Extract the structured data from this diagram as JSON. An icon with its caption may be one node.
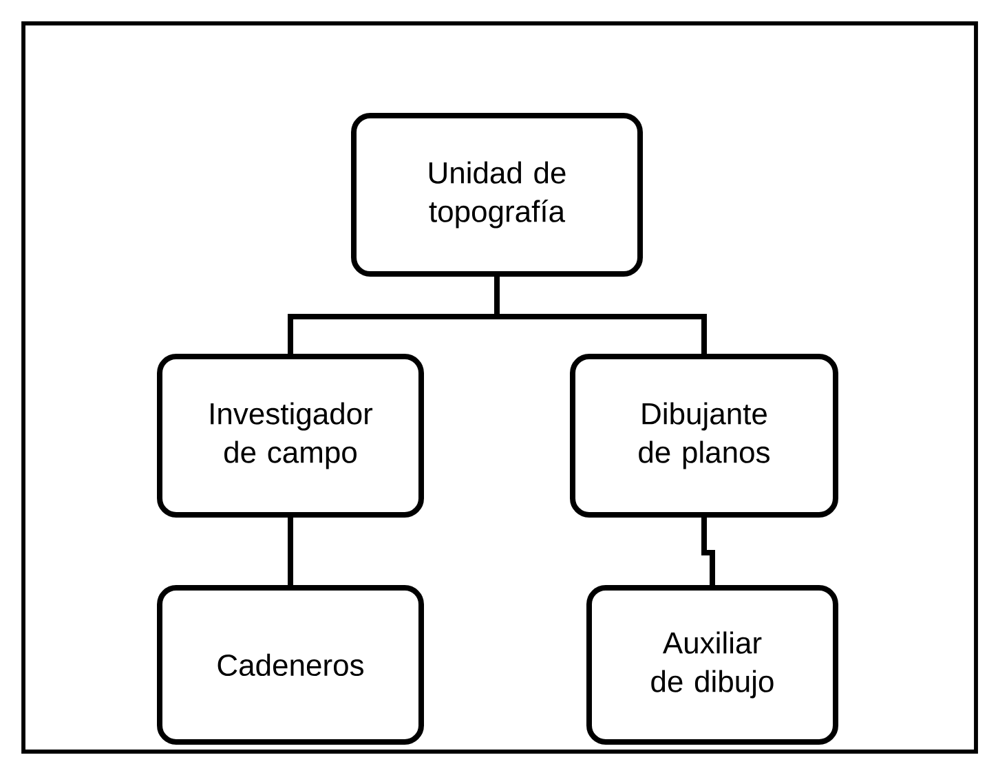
{
  "diagram": {
    "nodes": [
      {
        "text": [
          "Unidad de topografía"
        ]
      },
      {
        "text": [
          "Investigador de campo"
        ]
      },
      {
        "text": [
          "Dibujante de planos"
        ]
      },
      {
        "text": [
          "Cadeneros"
        ]
      },
      {
        "text": [
          "Auxiliar de dibujo"
        ]
      }
    ],
    "edges": [
      {
        "from": 0,
        "to": 1,
        "arrow": "none"
      },
      {
        "from": 0,
        "to": 2,
        "arrow": "none"
      },
      {
        "from": 1,
        "to": 3,
        "arrow": "none"
      },
      {
        "from": 2,
        "to": 4,
        "arrow": "none"
      }
    ]
  }
}
